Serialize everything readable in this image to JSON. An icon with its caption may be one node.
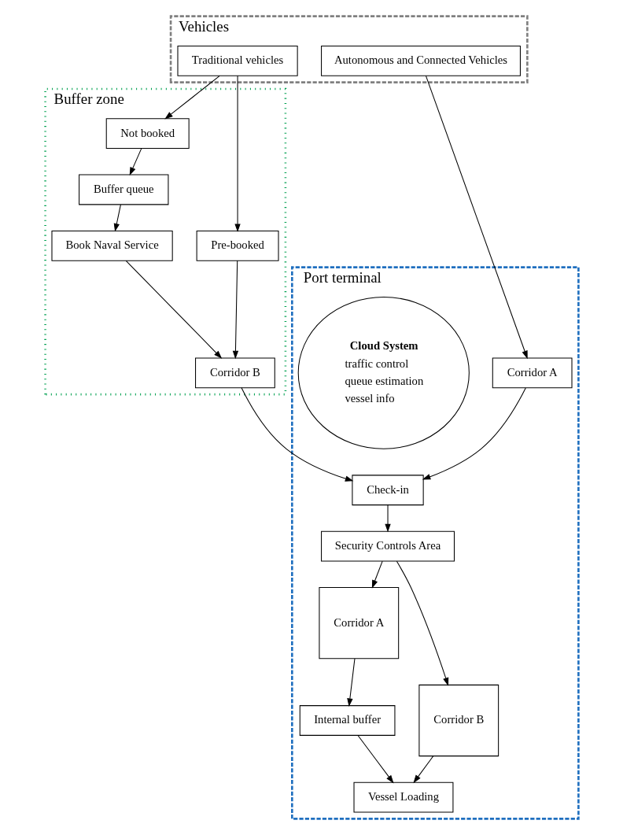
{
  "diagram": {
    "nodes": [
      {
        "text": [
          "Vehicles"
        ]
      },
      {
        "text": [
          "Traditional vehicles"
        ],
        "in": 0
      },
      {
        "text": [
          "Autonomous and Connected Vehicles"
        ],
        "in": 0
      },
      {
        "text": [
          "Buffer zone"
        ]
      },
      {
        "text": [
          "Not booked"
        ],
        "in": 3
      },
      {
        "text": [
          "Buffer queue"
        ],
        "in": 3
      },
      {
        "text": [
          "Pre-booked"
        ],
        "in": 3
      },
      {
        "text": [
          "Book Naval Service"
        ],
        "in": 3
      },
      {
        "text": [
          "Corridor B"
        ],
        "in": 3
      },
      {
        "text": [
          "Port terminal"
        ]
      },
      {
        "text": [
          "Corridor A"
        ],
        "in": 9
      },
      {
        "text": [
          "Check-in"
        ],
        "in": 9
      },
      {
        "text": [
          "Security Controls Area"
        ],
        "in": 9
      },
      {
        "text": [
          "Corridor A"
        ],
        "in": 9
      },
      {
        "text": [
          "Corridor B"
        ],
        "in": 9
      },
      {
        "text": [
          "Internal buffer"
        ],
        "in": 9
      },
      {
        "text": [
          "Vessel Loading"
        ],
        "in": 9
      },
      {
        "text": [
          "Cloud System",
          "traffic control",
          "queue estimation",
          "vessel info"
        ],
        "in": 9
      }
    ],
    "edges": [
      {
        "from": 1,
        "to": 4,
        "arrow": "to"
      },
      {
        "from": 1,
        "to": 6,
        "arrow": "to"
      },
      {
        "from": 4,
        "to": 5,
        "arrow": "to"
      },
      {
        "from": 5,
        "to": 7,
        "arrow": "to"
      },
      {
        "from": 7,
        "to": 8,
        "arrow": "to"
      },
      {
        "from": 6,
        "to": 8,
        "arrow": "to"
      },
      {
        "from": 8,
        "to": 11,
        "arrow": "to"
      },
      {
        "from": 2,
        "to": 10,
        "arrow": "to"
      },
      {
        "from": 10,
        "to": 11,
        "arrow": "to"
      },
      {
        "from": 11,
        "to": 12,
        "arrow": "to"
      },
      {
        "from": 12,
        "to": 13,
        "arrow": "to"
      },
      {
        "from": 12,
        "to": 14,
        "arrow": "to"
      },
      {
        "from": 13,
        "to": 15,
        "arrow": "to"
      },
      {
        "from": 14,
        "to": 16,
        "arrow": "to"
      },
      {
        "from": 15,
        "to": 16,
        "arrow": "to"
      }
    ]
  }
}
